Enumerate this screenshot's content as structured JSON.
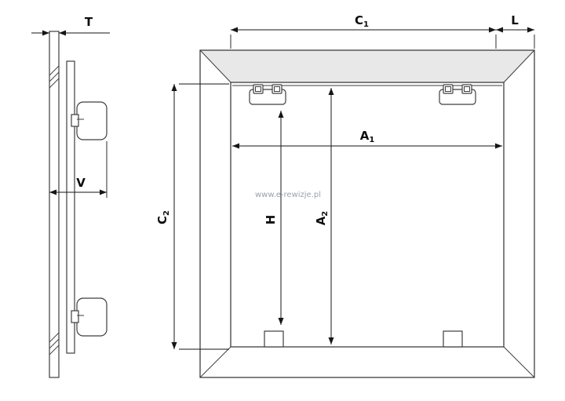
{
  "diagram": {
    "watermark": "www.e-rewizje.pl",
    "labels": {
      "t": "T",
      "v": "V",
      "l": "L",
      "h": "H",
      "c1": {
        "base": "C",
        "sub": "1"
      },
      "c2": {
        "base": "C",
        "sub": "2"
      },
      "a1": {
        "base": "A",
        "sub": "1"
      },
      "a2": {
        "base": "A",
        "sub": "2"
      }
    },
    "colors": {
      "background": "#ffffff",
      "line": "#3e3e3e",
      "dim": "#161616",
      "frame_shade": "#e8e8e8",
      "watermark": "#9aa2a8"
    }
  }
}
